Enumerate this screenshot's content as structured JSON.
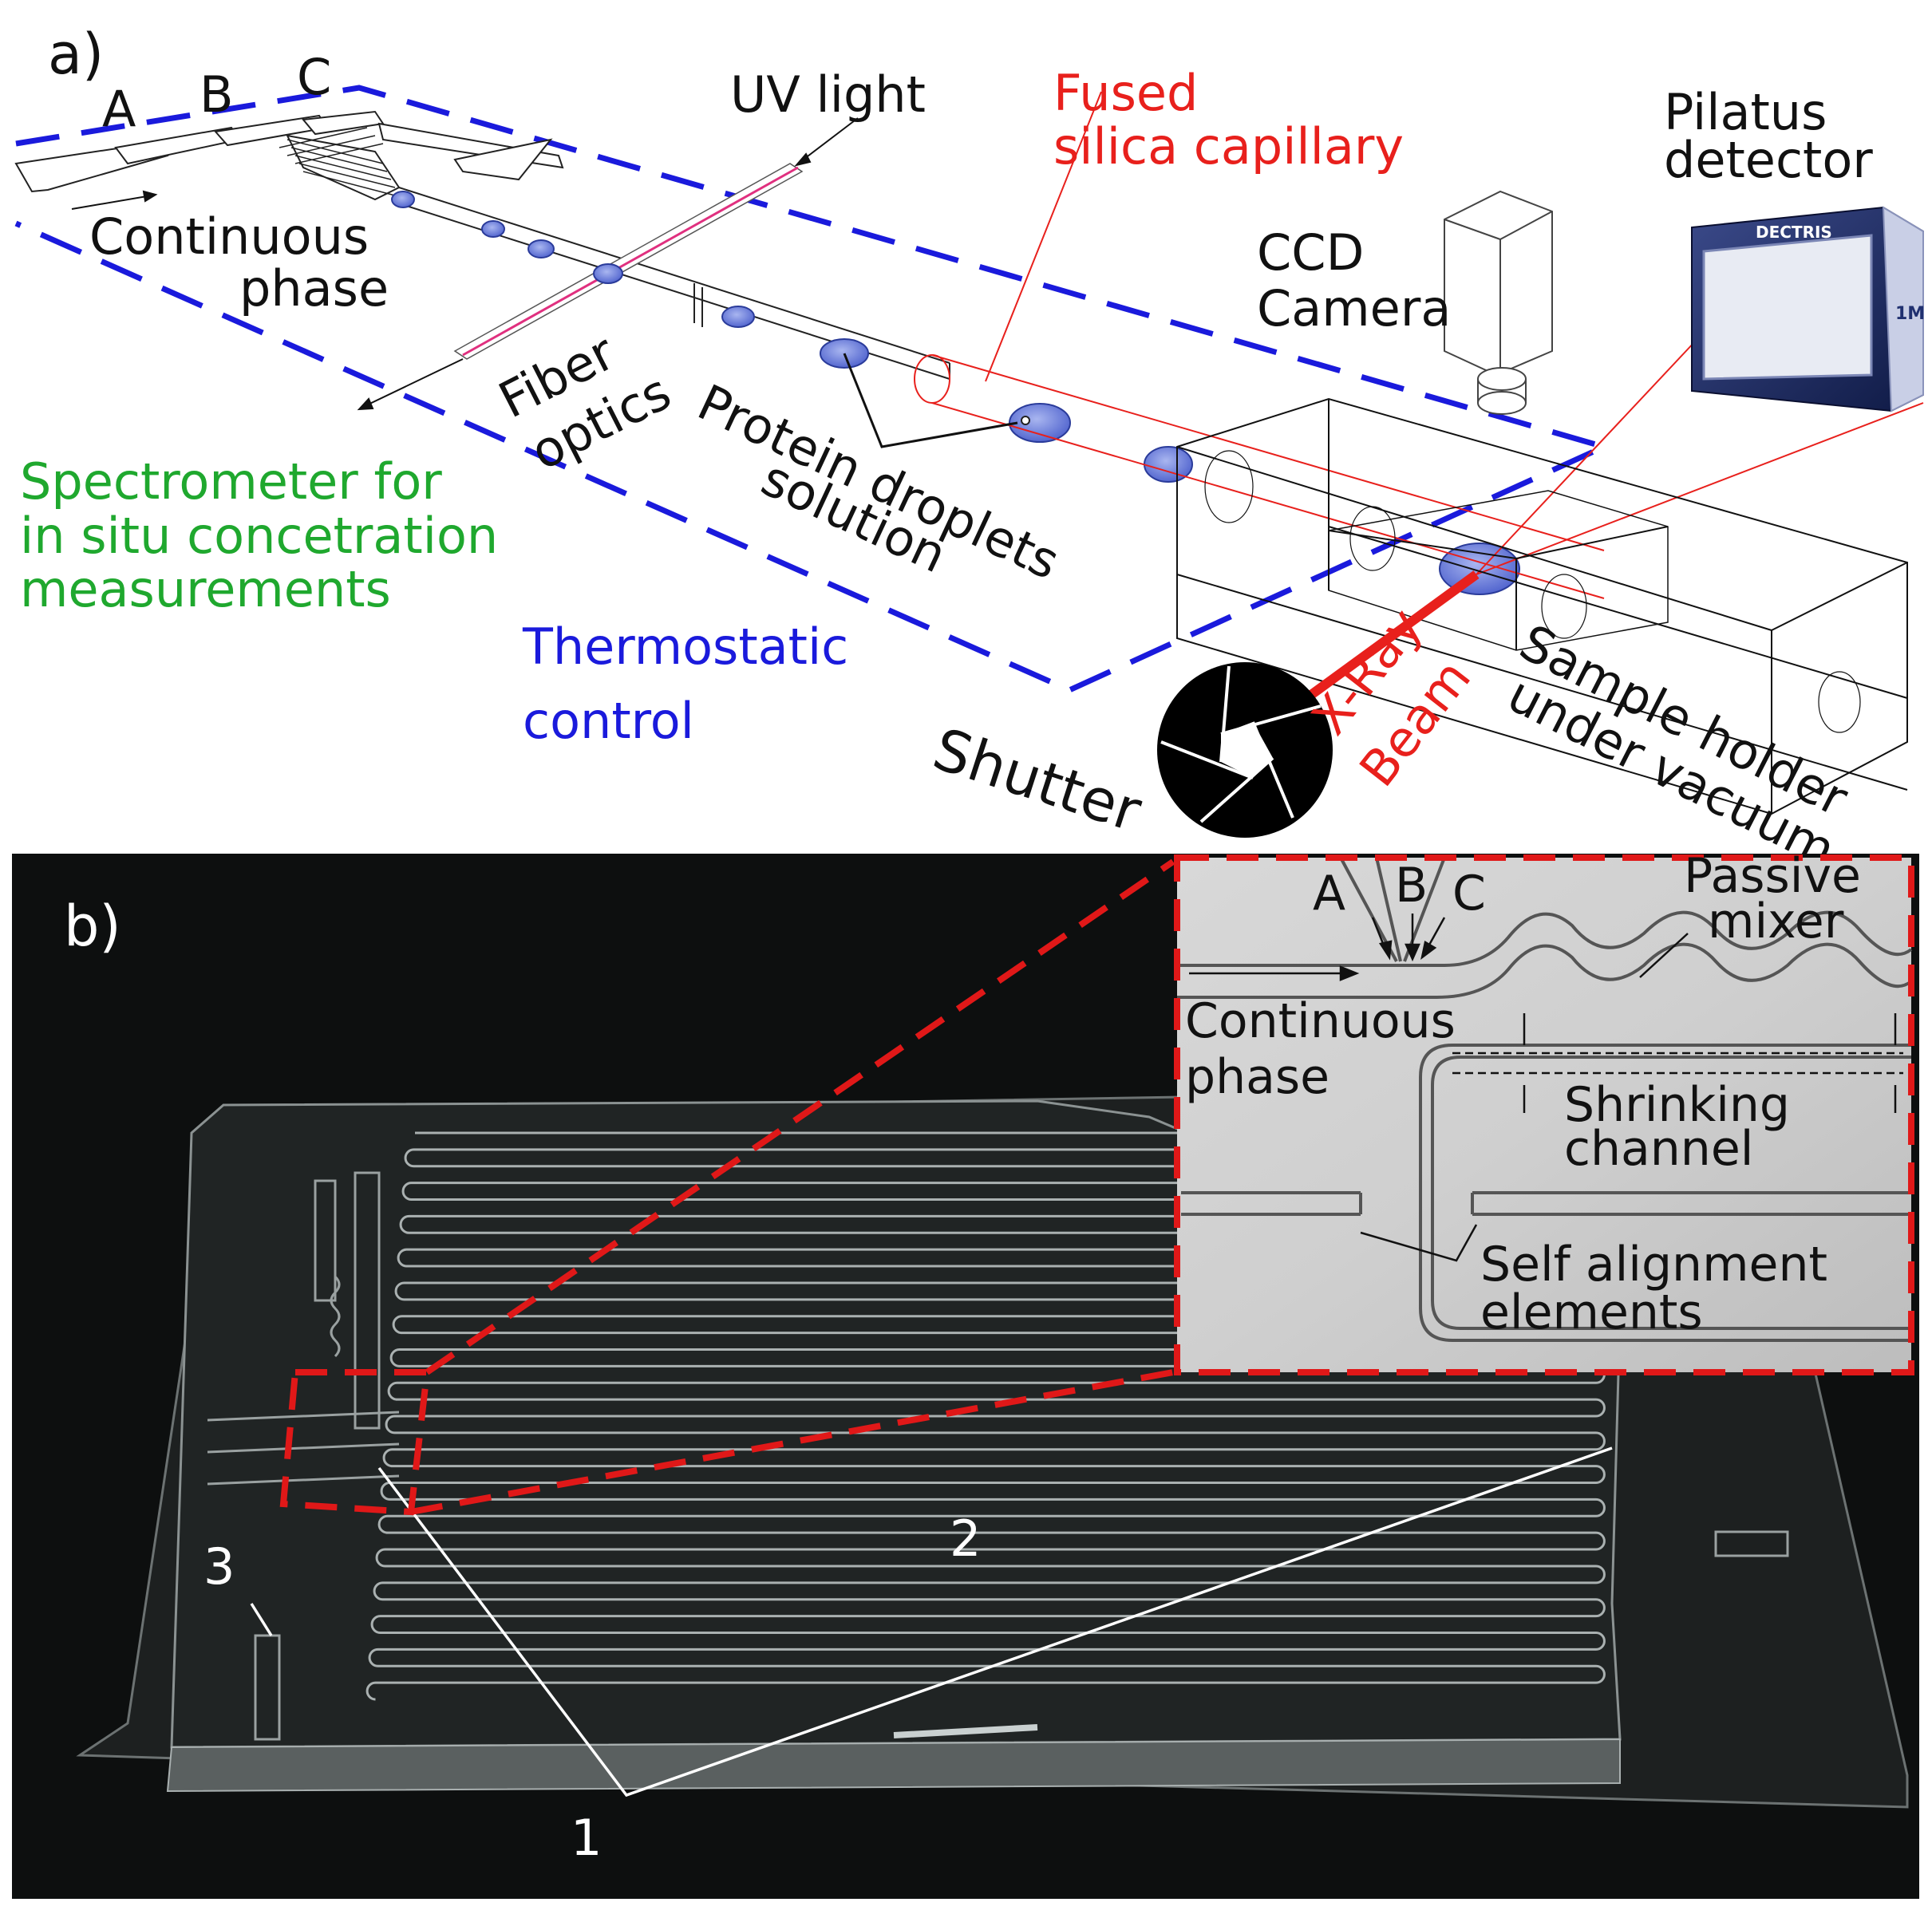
{
  "panel_a": {
    "panel_label": "a)",
    "inlet_labels": {
      "a": "A",
      "b": "B",
      "c": "C"
    },
    "uv_light": "UV light",
    "fused_silica": {
      "line1": "Fused",
      "line2": "silica capillary"
    },
    "pilatus": {
      "line1": "Pilatus",
      "line2": "detector",
      "brand": "DECTRIS",
      "model": "1M"
    },
    "continuous_phase": {
      "line1": "Continuous",
      "line2": "phase"
    },
    "ccd_camera": {
      "line1": "CCD",
      "line2": "Camera"
    },
    "fiber_optics": {
      "line1": "Fiber",
      "line2": "optics"
    },
    "protein": {
      "line1": "Protein droplets",
      "line2": "solution"
    },
    "spectrometer": {
      "line1": "Spectrometer for",
      "line2": "in situ concetration",
      "line3": "measurements"
    },
    "thermostatic": {
      "line1": "Thermostatic",
      "line2": "control"
    },
    "shutter": "Shutter",
    "xray": {
      "line1": "X-Ray",
      "line2": "Beam"
    },
    "sample_holder": {
      "line1": "Sample holder",
      "line2": "under vacuum"
    }
  },
  "panel_b": {
    "panel_label": "b)",
    "numbers": {
      "n1": "1",
      "n2": "2",
      "n3": "3"
    },
    "inset": {
      "a": "A",
      "b": "B",
      "c": "C",
      "passive_mixer": {
        "line1": "Passive",
        "line2": "mixer"
      },
      "continuous_phase": {
        "line1": "Continuous",
        "line2": "phase"
      },
      "shrinking": {
        "line1": "Shrinking",
        "line2": "channel"
      },
      "self_alignment": {
        "line1": "Self alignment",
        "line2": "elements"
      }
    }
  },
  "colors": {
    "thermostat_blue": "#1a1adc",
    "capillary_red": "#e8201c",
    "spectrometer_green": "#1fa82e",
    "droplet_blue": "#6a7fe0",
    "photo_background": "#0d0f0f",
    "inset_border_red": "#e01818"
  }
}
